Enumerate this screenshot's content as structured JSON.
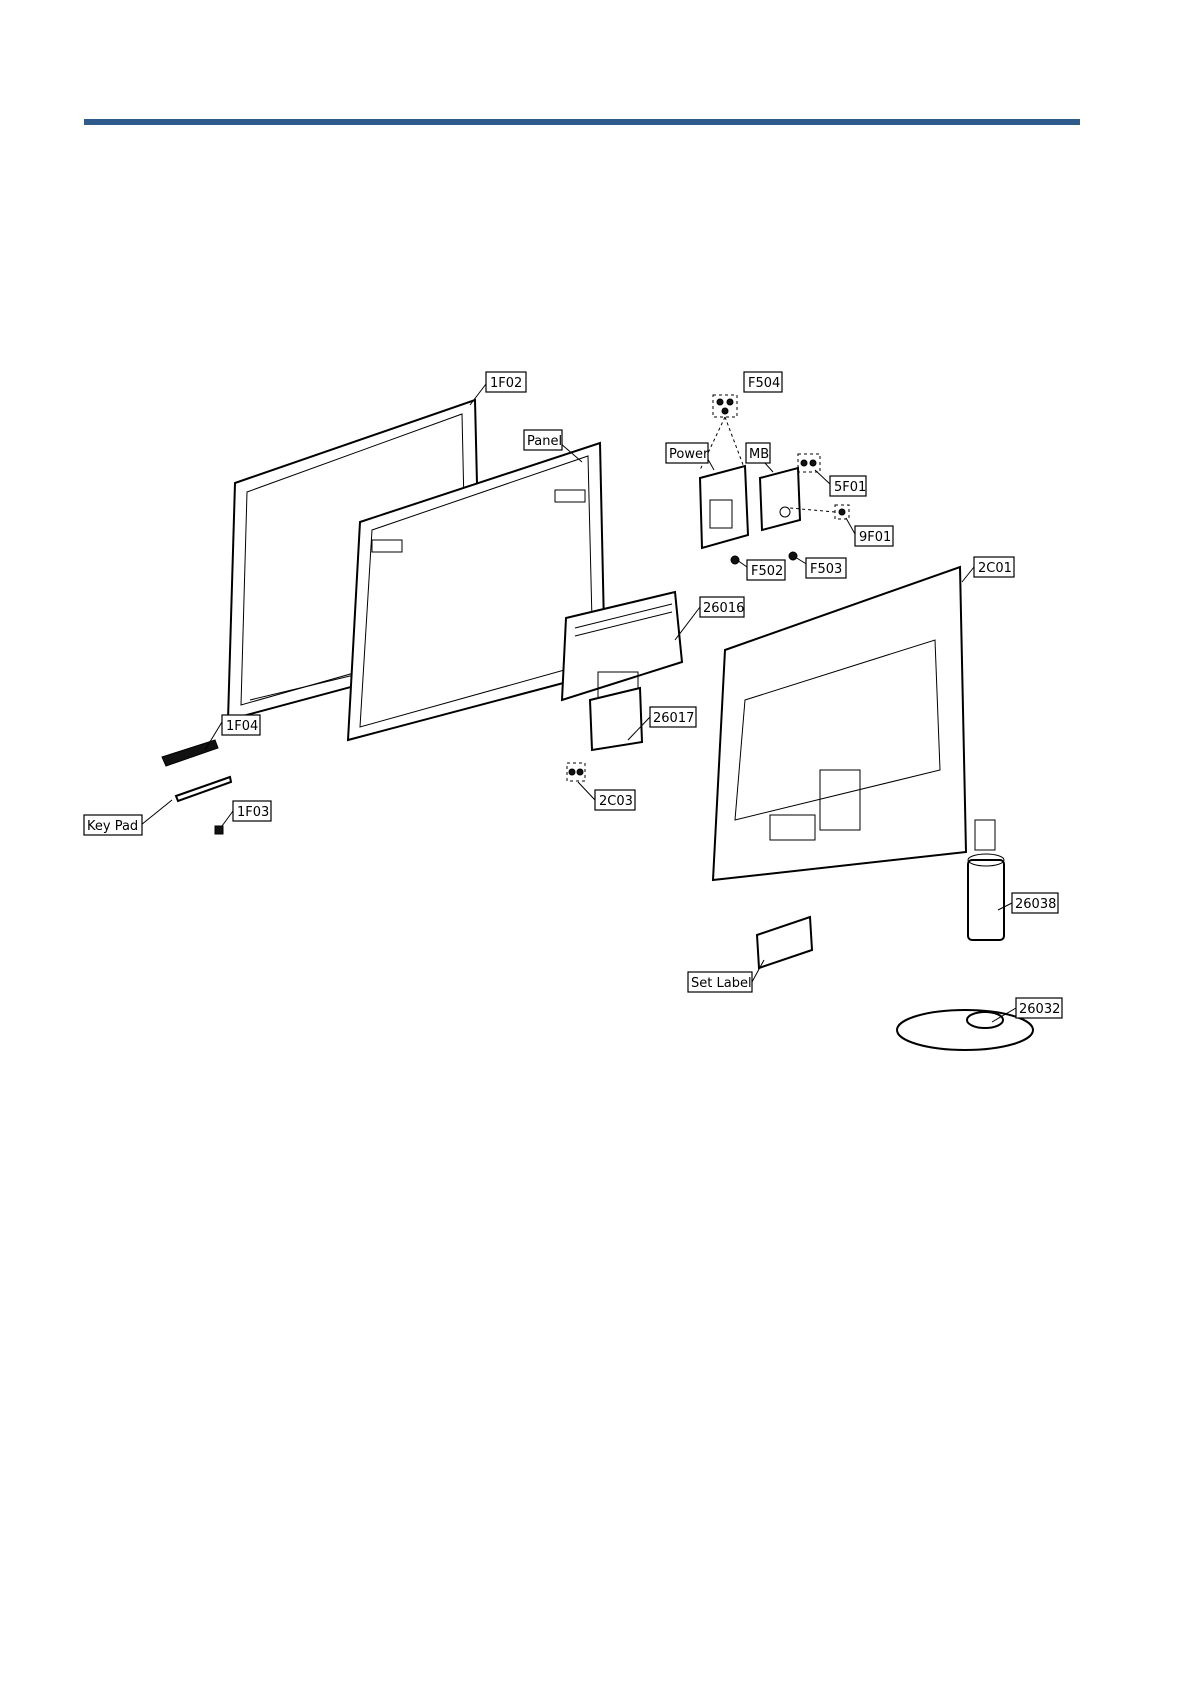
{
  "header": {
    "rule_color": "#2f5a8c"
  },
  "callouts": {
    "c1F02": "1F02",
    "panel": "Panel",
    "f504": "F504",
    "power": "Power",
    "mb": "MB",
    "c5F01": "5F01",
    "c9F01": "9F01",
    "f502": "F502",
    "f503": "F503",
    "c2C01": "2C01",
    "c26016": "26016",
    "c26017": "26017",
    "c1F04": "1F04",
    "c2C03": "2C03",
    "keypad": "Key Pad",
    "c1F03": "1F03",
    "c26038": "26038",
    "setlabel": "Set Label",
    "c26032": "26032"
  }
}
